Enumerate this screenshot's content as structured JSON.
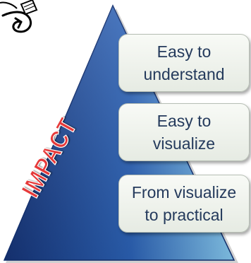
{
  "diagram": {
    "side_label": "IMPACT",
    "levels": [
      {
        "text": "Easy to\nunderstand"
      },
      {
        "text": "Easy to\nvisualize"
      },
      {
        "text": "From visualize\nto practical"
      }
    ]
  },
  "colors": {
    "pyramid_dark": "#1e3d86",
    "pyramid_light": "#7bc3ee",
    "label_red": "#e63a3a",
    "box_text": "#243a5c",
    "box_border": "#b7bfb5"
  },
  "icons": {
    "top_left_decoration": "curly-arrow-ribbon-icon"
  }
}
